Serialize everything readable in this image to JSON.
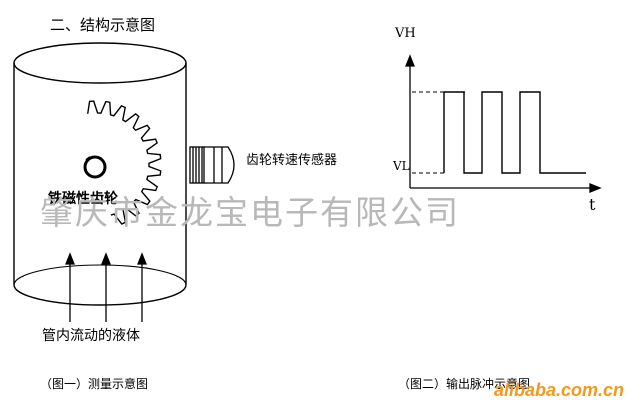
{
  "diagram": {
    "section_title": "二、结构示意图",
    "gear_label": "铁磁性齿轮",
    "sensor_label": "齿轮转速传感器",
    "fluid_label": "管内流动的液体",
    "fig1_caption": "（图一）测量示意图",
    "fig2_caption": "（图二）输出脉冲示意图",
    "waveform": {
      "y_high_label": "VH",
      "y_low_label": "VL",
      "x_axis_label": "t",
      "pulse_count": 3
    },
    "watermark": "肇庆市金龙宝电子有限公司",
    "site_watermark": "alibaba.com.cn"
  },
  "colors": {
    "line": "#000000",
    "watermark": "#b8b8b8",
    "site_watermark": "#f39a1e"
  }
}
